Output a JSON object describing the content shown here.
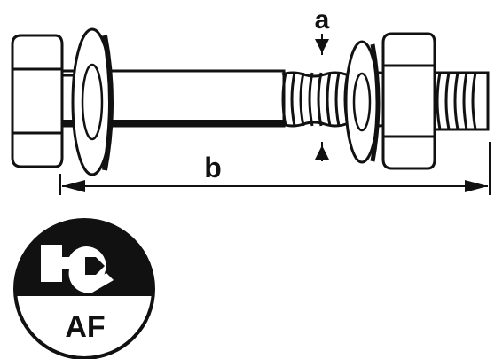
{
  "labels": {
    "clamp_dim": "a",
    "length_dim": "b"
  },
  "badge": {
    "text": "AF",
    "icon": "wrench-icon"
  },
  "colors": {
    "ink": "#111111",
    "paper": "#ffffff"
  }
}
